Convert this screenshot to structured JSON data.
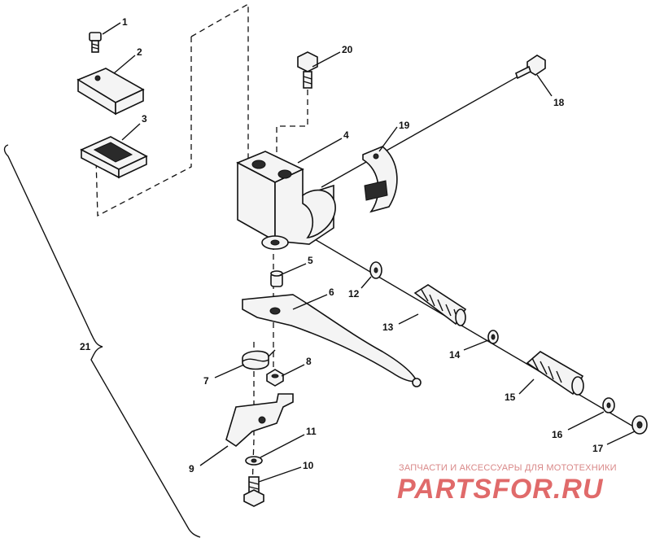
{
  "callouts": [
    "1",
    "2",
    "3",
    "4",
    "5",
    "6",
    "7",
    "8",
    "9",
    "10",
    "11",
    "12",
    "13",
    "14",
    "15",
    "16",
    "17",
    "18",
    "19",
    "20",
    "21"
  ],
  "watermark": {
    "caption": "ЗАПЧАСТИ И АКСЕССУАРЫ ДЛЯ МОТОТЕХНИКИ",
    "logo": "PARTSFOR.RU"
  },
  "colors": {
    "line": "#111111",
    "watermark": "#e06a6a"
  }
}
